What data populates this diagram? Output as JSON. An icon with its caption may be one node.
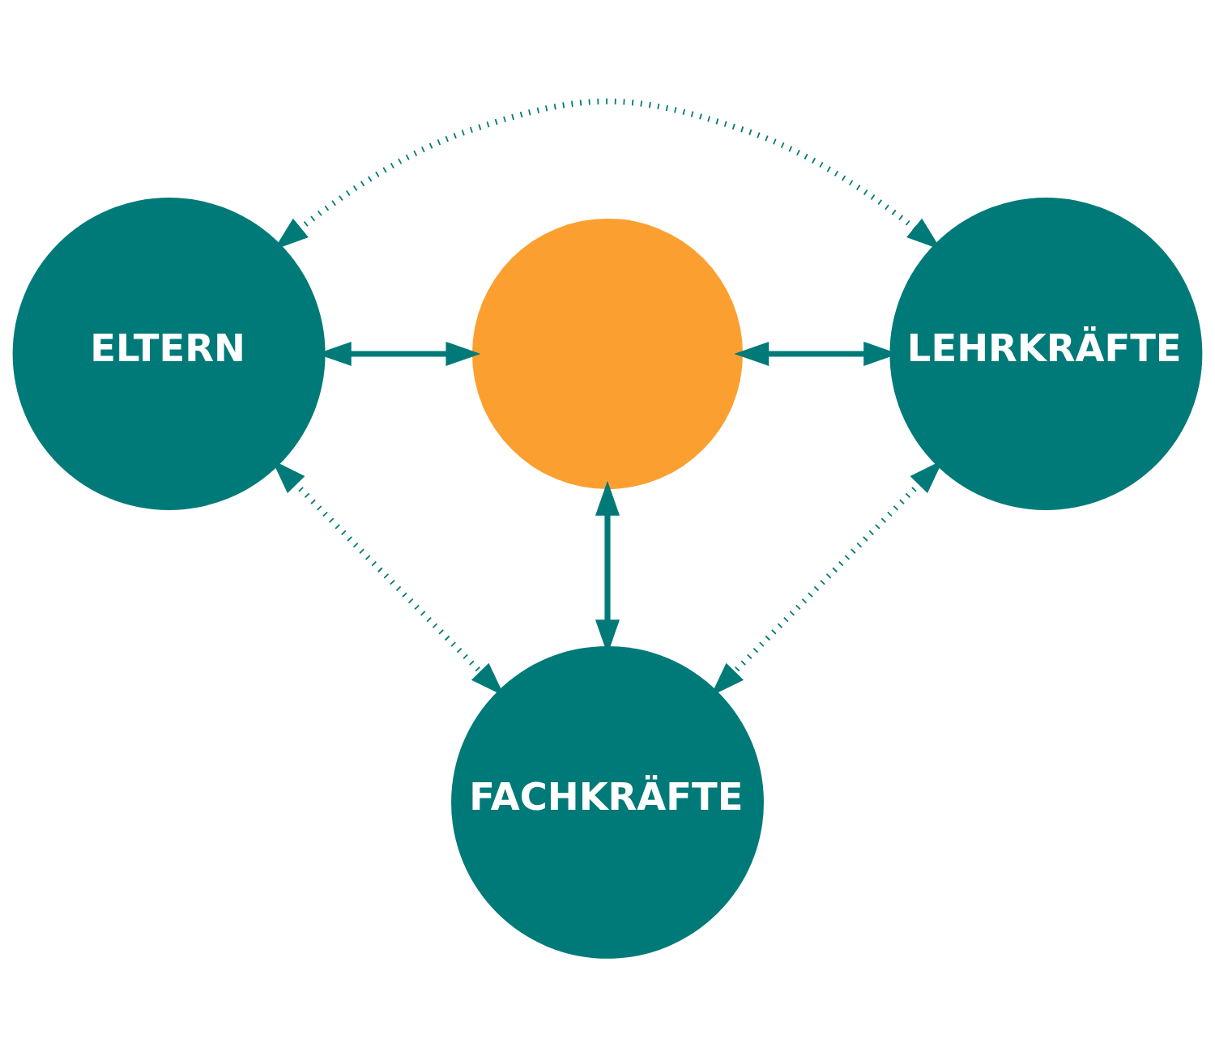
{
  "diagram": {
    "nodes": [
      {
        "text": [
          "ELTERN"
        ]
      },
      {
        "text": [],
        "shape": "circle"
      },
      {
        "text": [
          "LEHRKRÄFTE"
        ]
      },
      {
        "text": [
          "FACHKRÄFTE"
        ]
      }
    ],
    "edges": [
      {
        "from": 0,
        "to": 2,
        "arrow": "both",
        "style": "dashed"
      },
      {
        "from": 0,
        "to": 1,
        "arrow": "both"
      },
      {
        "from": 1,
        "to": 2,
        "arrow": "both"
      },
      {
        "from": 1,
        "to": 3,
        "arrow": "both"
      },
      {
        "from": 0,
        "to": 3,
        "arrow": "both",
        "style": "dashed"
      },
      {
        "from": 2,
        "to": 3,
        "arrow": "both",
        "style": "dashed"
      }
    ]
  }
}
